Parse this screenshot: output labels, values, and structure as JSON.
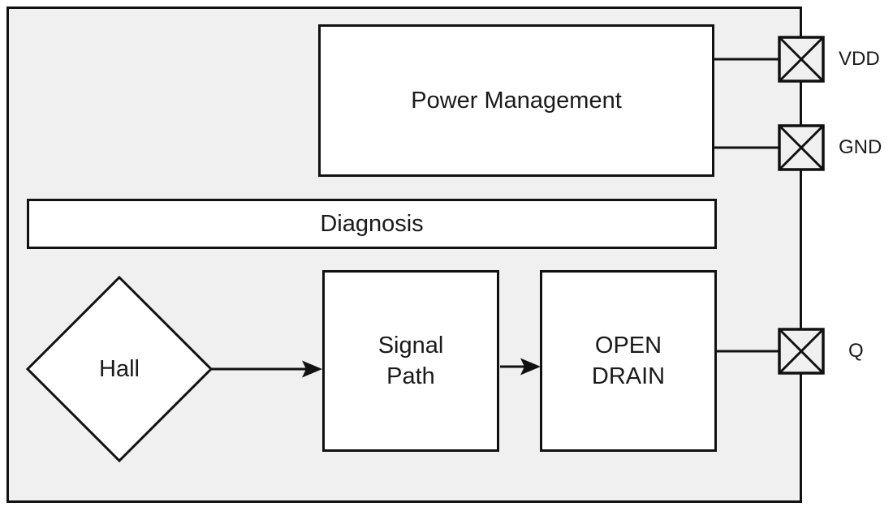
{
  "diagram": {
    "blocks": {
      "power_management": {
        "label": "Power Management"
      },
      "diagnosis": {
        "label": "Diagnosis"
      },
      "hall": {
        "label": "Hall"
      },
      "signal_path": {
        "label": "Signal Path"
      },
      "open_drain": {
        "label": "OPEN DRAIN"
      }
    },
    "pins": [
      {
        "name": "VDD"
      },
      {
        "name": "GND"
      },
      {
        "name": "Q"
      }
    ],
    "icons": {
      "pin_symbol": "x-box-pin-icon"
    },
    "colors": {
      "line": "#111111",
      "chip_fill": "#f0f0f0",
      "block_fill": "#ffffff",
      "text": "#1a1a1a",
      "page_background": "#ffffff"
    }
  }
}
